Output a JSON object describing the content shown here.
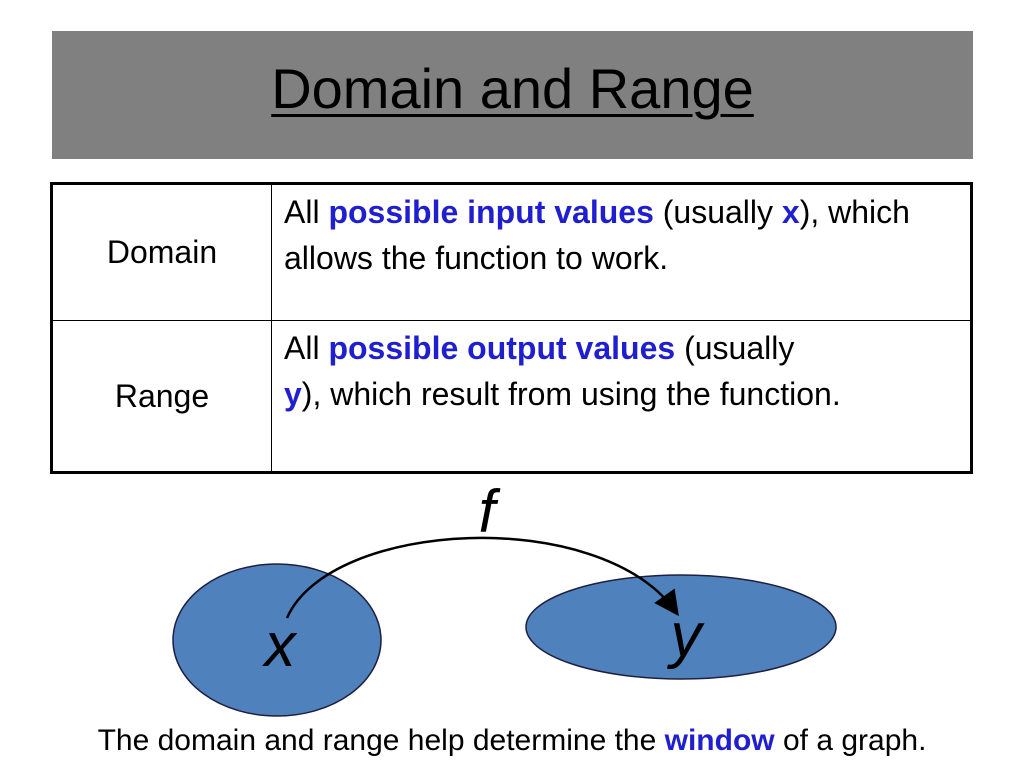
{
  "slide": {
    "title": "Domain and Range"
  },
  "table": {
    "rows": [
      {
        "term": "Domain",
        "definition": {
          "p1": "All ",
          "em1": "possible input values",
          "p2": " (usually ",
          "em2": "x",
          "p3": "), which allows the function to work."
        }
      },
      {
        "term": "Range",
        "definition": {
          "p1": "All ",
          "em1": "possible output values",
          "p2": " (usually ",
          "em2": "y",
          "p3": "), which result from using the function."
        }
      }
    ]
  },
  "diagram": {
    "function_label": "f",
    "input_label": "x",
    "output_label": "y",
    "colors": {
      "ellipse_fill": "#4f81bd",
      "ellipse_stroke": "#1f1f3f",
      "arrow": "#000000"
    }
  },
  "caption": {
    "before": "The domain and range help determine the ",
    "emphasis": "window",
    "after": " of a graph."
  },
  "colors": {
    "title_bar": "#808080",
    "emphasis_text": "#1f1fd0"
  }
}
